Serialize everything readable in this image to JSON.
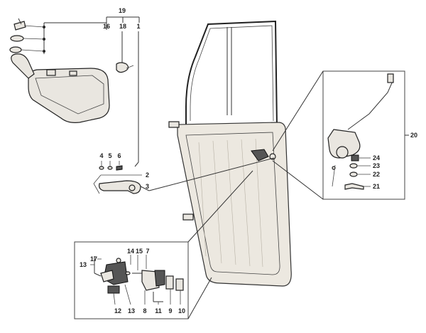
{
  "callouts": {
    "c1": "1",
    "c2": "2",
    "c3": "3",
    "c4": "4",
    "c5": "5",
    "c6": "6",
    "c7": "7",
    "c8": "8",
    "c9": "9",
    "c10": "10",
    "c11": "11",
    "c12": "12",
    "c13a": "13",
    "c13b": "13",
    "c14": "14",
    "c15": "15",
    "c16": "16",
    "c17": "17",
    "c18": "18",
    "c19": "19",
    "c20": "20",
    "c21": "21",
    "c22": "22",
    "c23": "23",
    "c24": "24"
  }
}
